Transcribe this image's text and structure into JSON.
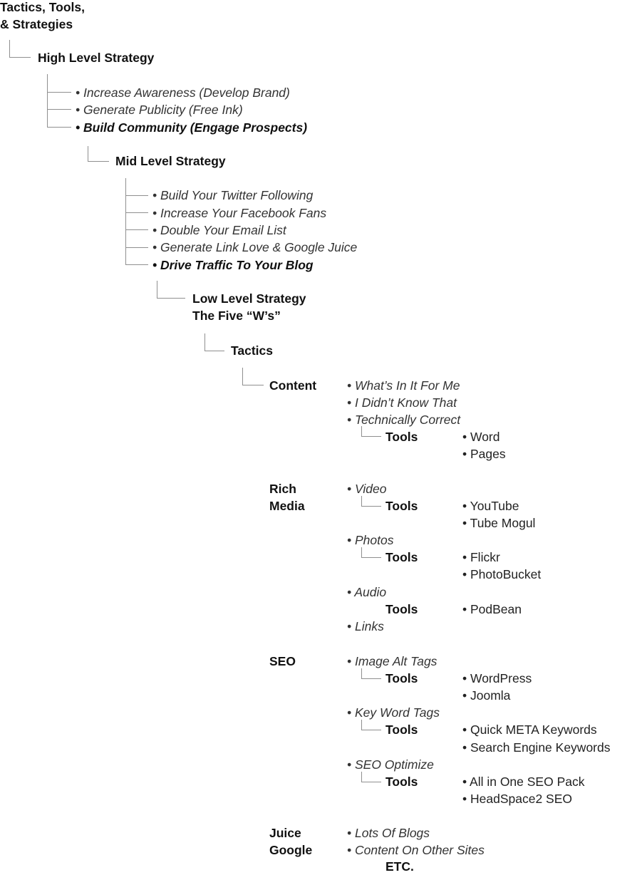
{
  "root": {
    "line1": "Tactics, Tools,",
    "line2": "& Strategies"
  },
  "high": {
    "title": "High Level Strategy",
    "items": [
      "• Increase Awareness (Develop Brand)",
      "• Generate Publicity (Free Ink)",
      "• Build Community (Engage Prospects)"
    ]
  },
  "mid": {
    "title": "Mid Level Strategy",
    "items": [
      "• Build Your Twitter Following",
      "• Increase Your Facebook Fans",
      "• Double Your Email List",
      "• Generate Link Love & Google Juice",
      "• Drive Traffic To Your Blog"
    ]
  },
  "low": {
    "line1": "Low Level Strategy",
    "line2": "The Five “W’s”"
  },
  "tactics": {
    "title": "Tactics"
  },
  "tools_label": "Tools",
  "content": {
    "label": "Content",
    "items": [
      "• What’s In It For Me",
      "• I Didn’t Know That",
      "• Technically Correct"
    ],
    "tools": [
      "• Word",
      "• Pages"
    ]
  },
  "rich_media": {
    "label1": "Rich",
    "label2": "Media",
    "video": "• Video",
    "video_tools": [
      "• YouTube",
      "• Tube Mogul"
    ],
    "photos": "• Photos",
    "photos_tools": [
      "• Flickr",
      "• PhotoBucket"
    ],
    "audio": "• Audio",
    "audio_tools": [
      "• PodBean"
    ],
    "links": "• Links"
  },
  "seo": {
    "label": "SEO",
    "alt": "• Image Alt Tags",
    "alt_tools": [
      "• WordPress",
      "• Joomla"
    ],
    "kw": "• Key Word Tags",
    "kw_tools": [
      "• Quick META Keywords",
      "• Search Engine Keywords"
    ],
    "opt": "• SEO Optimize",
    "opt_tools": [
      "• All in One SEO Pack",
      "• HeadSpace2 SEO"
    ]
  },
  "juice": {
    "label1": "Juice",
    "label2": "Google",
    "items": [
      "• Lots Of Blogs",
      "• Content On Other Sites"
    ],
    "etc": "ETC."
  }
}
